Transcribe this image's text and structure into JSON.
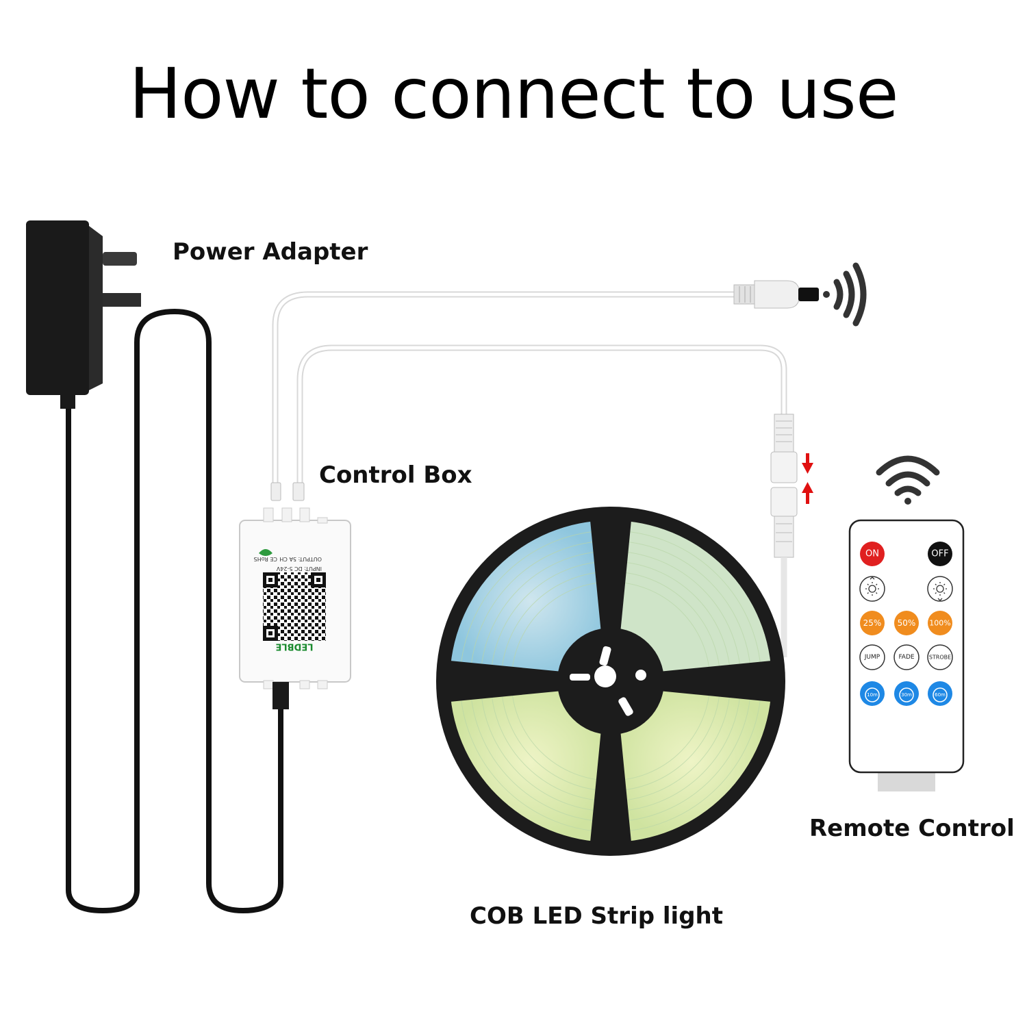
{
  "title": "How to connect to use",
  "labels": {
    "power_adapter": "Power Adapter",
    "control_box": "Control Box",
    "strip_light": "COB LED Strip light",
    "remote_control": "Remote Control"
  },
  "control_box": {
    "brand": "LEDBLE",
    "input_spec": "INPUT: DC 5-24V",
    "output_spec": "OUTPUT: 5A CH",
    "marks": "CE RoHS"
  },
  "remote": {
    "row1": [
      "ON",
      "OFF"
    ],
    "row3": [
      "25%",
      "50%",
      "100%"
    ],
    "row4": [
      "JUMP",
      "FADE",
      "STROBE"
    ],
    "row5": [
      "10m",
      "30m",
      "60m"
    ]
  },
  "colors": {
    "on_button": "#e02020",
    "off_button": "#111111",
    "percent_button": "#f08c1e",
    "timer_button": "#1e88e5",
    "arrow": "#e01010",
    "strip_blue": "#a8d4e6",
    "strip_yellow": "#dcebb4"
  },
  "icons": [
    "wifi-icon",
    "signal-waves-icon",
    "brightness-up-icon",
    "brightness-down-icon",
    "timer-icon",
    "arrow-down-icon",
    "arrow-up-icon"
  ]
}
